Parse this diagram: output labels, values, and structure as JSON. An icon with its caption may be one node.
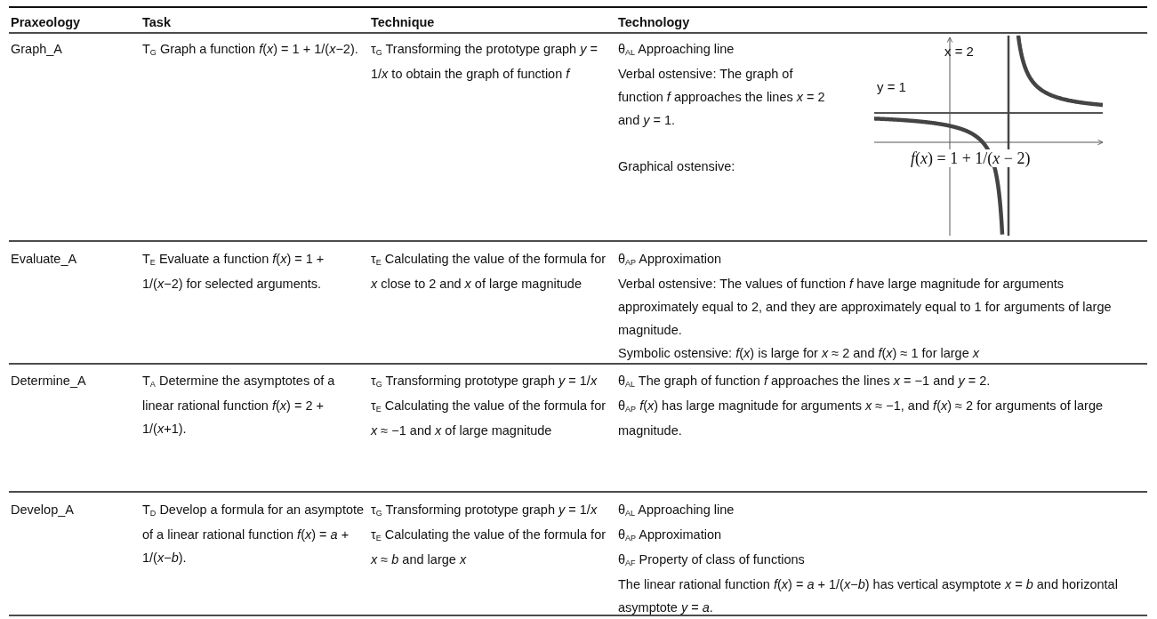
{
  "diagram": {
    "labels": [
      "Praxeology",
      "Task",
      "Technique",
      "Technology",
      "Graph_A",
      "T$_{G}$ Graph a function *f*(*x*) = 1 + 1/(*x*−2).",
      "τ$_{G}$ Transforming the prototype graph *y* = 1/*x* to obtain the graph of function *f*",
      "θ$_{AL}$ Approaching line",
      "Verbal ostensive: The graph of function *f* approaches the lines *x* = 2 and *y* = 1.",
      "Graphical ostensive:",
      "x = 2",
      "y = 1",
      "*f*(*x*) = 1 + 1/(*x* − 2)",
      "Evaluate_A",
      "T$_{E}$ Evaluate a function *f*(*x*) = 1 + 1/(*x*−2) for selected arguments.",
      "τ$_{E}$ Calculating the value of the formula for *x* close to 2 and *x* of large magnitude",
      "θ$_{AP}$ Approximation",
      "Verbal ostensive: The values of function *f* have large magnitude for arguments approximately equal to 2, and they are approximately equal to 1 for arguments of large magnitude.",
      "Symbolic ostensive: *f*(*x*) is large for *x* ≈ 2 and *f*(*x*) ≈ 1 for large *x*",
      "Determine_A",
      "T$_{A}$ Determine the asymptotes of a linear rational function *f*(*x*) = 2 + 1/(*x*+1).",
      "τ$_{G}$ Transforming prototype graph *y* = 1/*x*",
      "τ$_{E}$ Calculating the value of the formula for *x* ≈ −1 and *x* of large magnitude",
      "θ$_{AL}$ The graph of function *f* approaches the lines *x* = −1 and *y* = 2.",
      "θ$_{AP}$ *f*(*x*) has large magnitude for arguments *x* ≈ −1, and *f*(*x*) ≈ 2 for arguments of large magnitude.",
      "Develop_A",
      "T$_{D}$ Develop a formula for an asymptote of a linear rational function *f*(*x*) = *a* + 1/(*x*−*b*).",
      "τ$_{G}$ Transforming prototype graph *y* = 1/*x*",
      "τ$_{E}$ Calculating the value of the formula for *x* ≈ *b* and large *x*",
      "θ$_{AL}$ Approaching line",
      "θ$_{AP}$ Approximation",
      "θ$_{AF}$ Property of class of functions",
      "The linear rational function *f*(*x*) = *a* + 1/(*x*−*b*) has vertical asymptote *x* = *b* and horizontal asymptote *y* = *a*."
    ]
  }
}
